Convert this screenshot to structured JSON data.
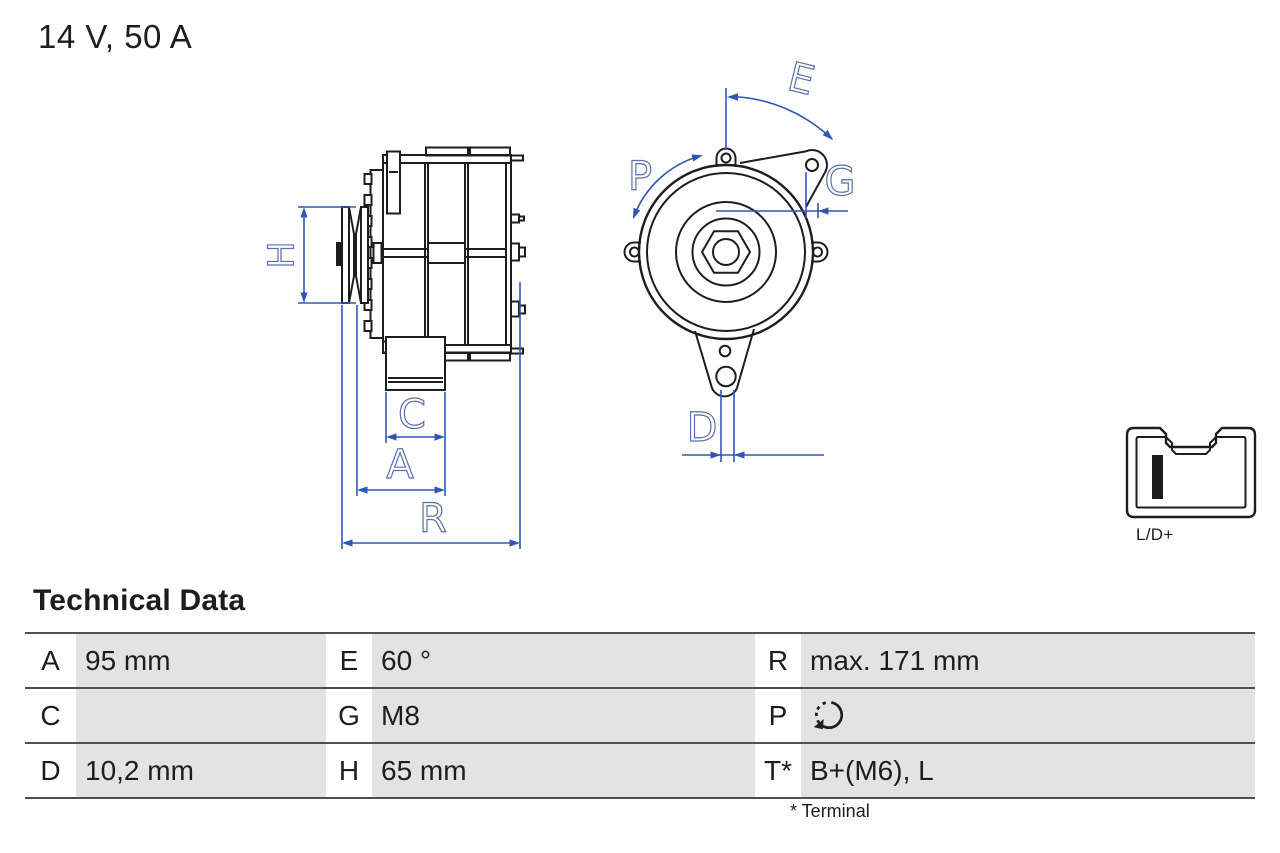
{
  "product": {
    "rating": "14 V, 50 A"
  },
  "diagram": {
    "side_view": {
      "labels": {
        "h": "H",
        "c": "C",
        "a": "A",
        "r": "R"
      }
    },
    "front_view": {
      "labels": {
        "e": "E",
        "p": "P",
        "g": "G",
        "d": "D"
      }
    },
    "connector": {
      "label": "L/D+"
    }
  },
  "technical_data": {
    "title": "Technical Data",
    "rows": [
      [
        {
          "key": "A",
          "value": "95 mm"
        },
        {
          "key": "E",
          "value": "60 °"
        },
        {
          "key": "R",
          "value": "max. 171 mm"
        }
      ],
      [
        {
          "key": "C",
          "value": ""
        },
        {
          "key": "G",
          "value": "M8"
        },
        {
          "key": "P",
          "value": "",
          "icon": "rotation-direction-icon"
        }
      ],
      [
        {
          "key": "D",
          "value": "10,2 mm"
        },
        {
          "key": "H",
          "value": "65 mm"
        },
        {
          "key": "T*",
          "value": "B+(M6), L"
        }
      ]
    ],
    "footnote": "* Terminal"
  },
  "colors": {
    "line_black": "#1d1d1b",
    "dimension_blue": "#3056b8",
    "dimension_label_blue": "#5c70a8",
    "cell_gray": "#e3e3e3",
    "rule_gray": "#4f4f4f"
  }
}
